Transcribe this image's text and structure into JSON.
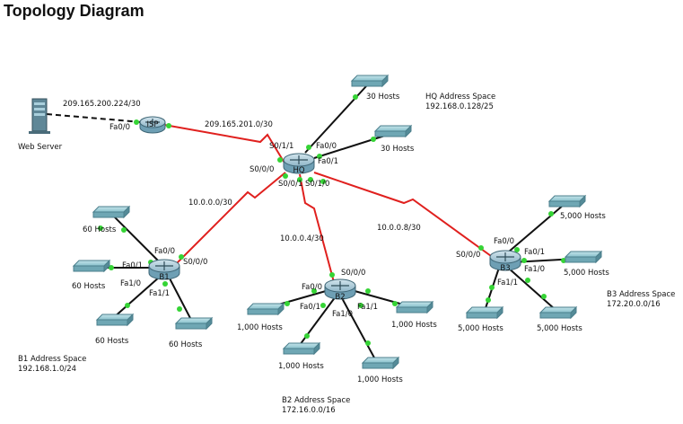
{
  "title": "Topology Diagram",
  "colors": {
    "serial_link": "#e0201e",
    "ethernet_link": "#111111",
    "link_light": "#35d435",
    "router_body": "#6e9fb4",
    "switch_body": "#7cb8c4"
  },
  "nodes": {
    "web_server": "Web Server",
    "isp": "ISP",
    "hq": "HQ",
    "b1": "B1",
    "b2": "B2",
    "b3": "B3",
    "hq_lan_1": "30 Hosts",
    "hq_lan_2": "30 Hosts",
    "b1_lan_1": "60 Hosts",
    "b1_lan_2": "60 Hosts",
    "b1_lan_3": "60 Hosts",
    "b1_lan_4": "60 Hosts",
    "b2_lan_1": "1,000 Hosts",
    "b2_lan_2": "1,000 Hosts",
    "b2_lan_3": "1,000 Hosts",
    "b2_lan_4": "1,000 Hosts",
    "b3_lan_1": "5,000 Hosts",
    "b3_lan_2": "5,000 Hosts",
    "b3_lan_3": "5,000 Hosts",
    "b3_lan_4": "5,000 Hosts"
  },
  "networks": {
    "web_server_net": "209.165.200.224/30",
    "isp_hq": "209.165.201.0/30",
    "hq_b1": "10.0.0.0/30",
    "hq_b2": "10.0.0.4/30",
    "hq_b3": "10.0.0.8/30"
  },
  "interfaces": {
    "isp_fa00": "Fa0/0",
    "hq_s011": "S0/1/1",
    "hq_fa00": "Fa0/0",
    "hq_fa01": "Fa0/1",
    "hq_s000": "S0/0/0",
    "hq_s001": "S0/0/1",
    "hq_s010": "S0/1/0",
    "b1_s000": "S0/0/0",
    "b1_fa00": "Fa0/0",
    "b1_fa01": "Fa0/1",
    "b1_fa10": "Fa1/0",
    "b1_fa11": "Fa1/1",
    "b2_s000": "S0/0/0",
    "b2_fa00": "Fa0/0",
    "b2_fa01": "Fa0/1",
    "b2_fa10": "Fa1/0",
    "b2_fa11": "Fa1/1",
    "b3_s000": "S0/0/0",
    "b3_fa00": "Fa0/0",
    "b3_fa01": "Fa0/1",
    "b3_fa10": "Fa1/0",
    "b3_fa11": "Fa1/1"
  },
  "address_spaces": {
    "hq_title": "HQ Address Space",
    "hq_value": "192.168.0.128/25",
    "b1_title": "B1 Address Space",
    "b1_value": "192.168.1.0/24",
    "b2_title": "B2 Address Space",
    "b2_value": "172.16.0.0/16",
    "b3_title": "B3 Address Space",
    "b3_value": "172.20.0.0/16"
  }
}
